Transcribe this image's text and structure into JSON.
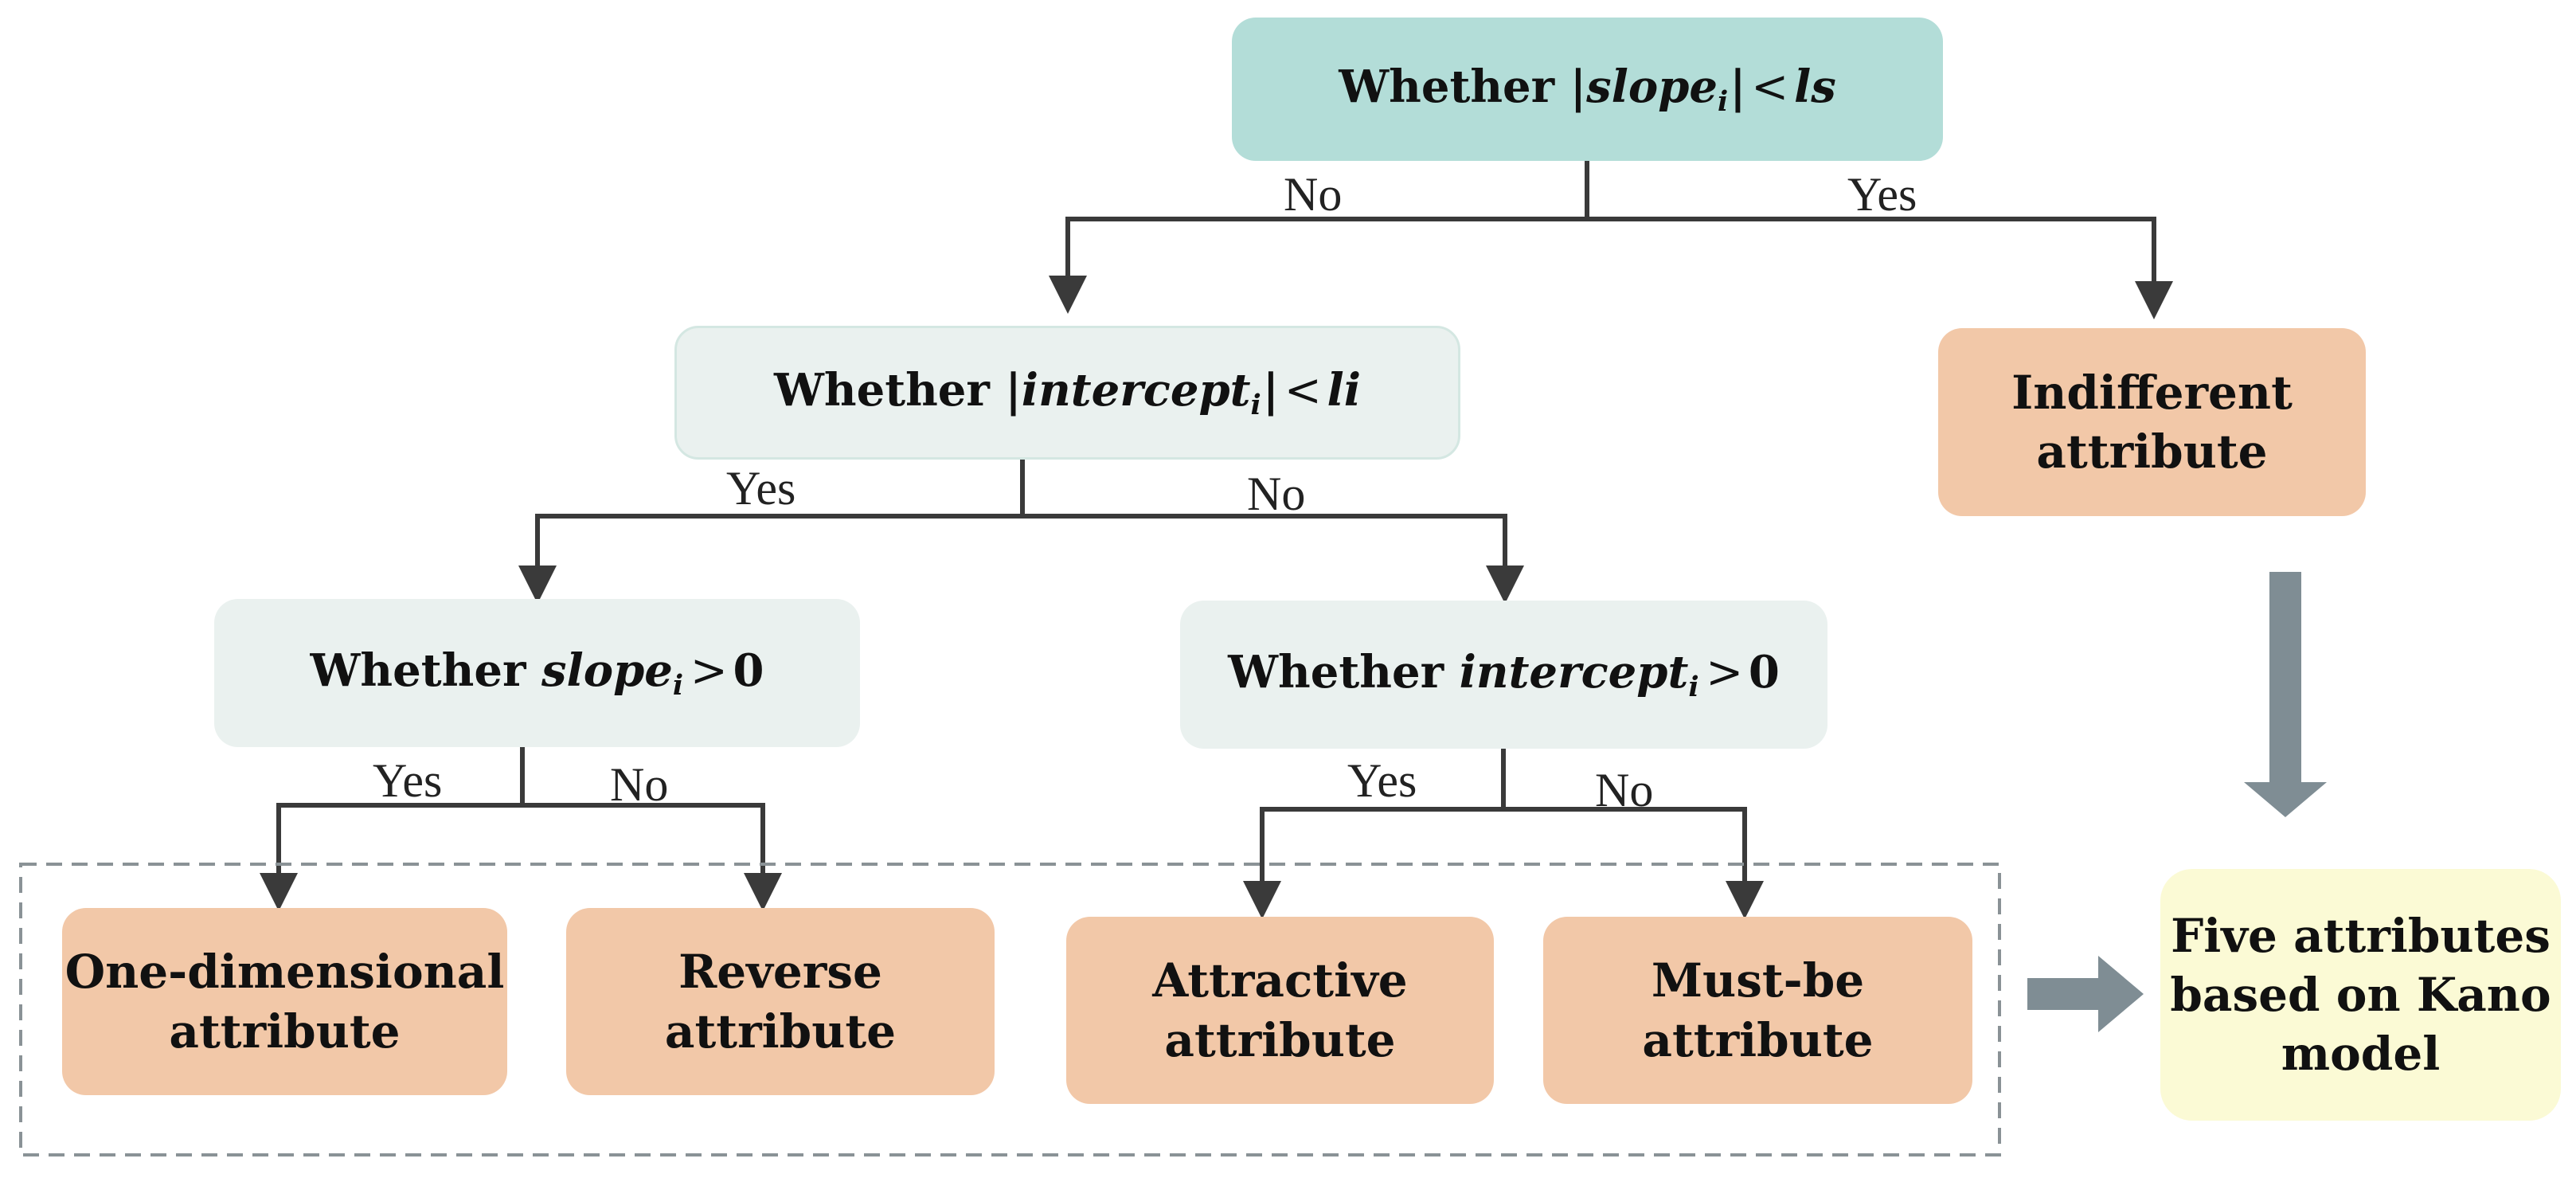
{
  "nodes": {
    "root": {
      "prefix": "Whether ",
      "bar_open": "|",
      "var": "slope",
      "sub": "i",
      "bar_close": "|",
      "op": "<",
      "rhs": "ls"
    },
    "level2": {
      "prefix": "Whether ",
      "bar_open": "|",
      "var": "intercept",
      "sub": "i",
      "bar_close": "|",
      "op": "<",
      "rhs": "li"
    },
    "slope_sign": {
      "prefix": "Whether ",
      "var": "slope",
      "sub": "i",
      "op": ">",
      "rhs": "0"
    },
    "intercept_sign": {
      "prefix": "Whether ",
      "var": "intercept",
      "sub": "i",
      "op": ">",
      "rhs": "0"
    },
    "indifferent": {
      "line1": "Indifferent",
      "line2": "attribute"
    },
    "one_dimensional": {
      "line1": "One-dimensional",
      "line2": "attribute"
    },
    "reverse": {
      "line1": "Reverse",
      "line2": "attribute"
    },
    "attractive": {
      "line1": "Attractive",
      "line2": "attribute"
    },
    "must_be": {
      "line1": "Must-be",
      "line2": "attribute"
    },
    "five_attributes": {
      "line1": "Five attributes",
      "line2": "based on Kano",
      "line3": "model"
    }
  },
  "branch_labels": {
    "root_no": "No",
    "root_yes": "Yes",
    "level2_yes": "Yes",
    "level2_no": "No",
    "slope_yes": "Yes",
    "slope_no": "No",
    "intercept_yes": "Yes",
    "intercept_no": "No"
  },
  "colors": {
    "root_fill": "#b3ddd8",
    "condition_fill": "#eaf1ef",
    "result_fill": "#f2c8a8",
    "summary_fill": "#fbfad5",
    "connector": "#3a3a3a",
    "big_arrow": "#7f8d94",
    "dashed_group": "#8a9296"
  }
}
